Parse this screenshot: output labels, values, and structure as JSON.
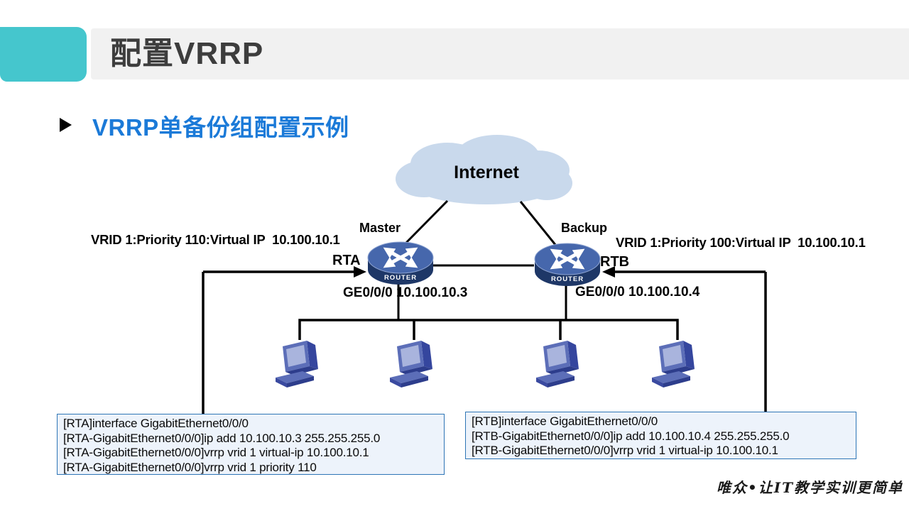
{
  "slide": {
    "title": "配置VRRP",
    "bullet_title": "VRRP单备份组配置示例",
    "watermark": "唯众•让IT教学实训更简单"
  },
  "colors": {
    "accent_teal": "#45c6cd",
    "title_bar_gray": "#f1f1f1",
    "title_text": "#3d3d3d",
    "bullet_blue": "#1b7ad8",
    "cloud_fill": "#c9d9ec",
    "router_top_blue": "#4667ac",
    "router_dark_navy": "#1e3767",
    "pc_blue": "#5c6eb8",
    "config_box_border": "#2e75b6",
    "config_box_fill": "#edf3fb",
    "line_color": "#000000"
  },
  "diagram": {
    "internet_label": "Internet",
    "routers": [
      {
        "name": "RTA",
        "role": "Master",
        "vrid_label": "VRID 1:Priority 110:Virtual IP  10.100.10.1",
        "interface_label": "GE0/0/0 10.100.10.3",
        "icon_text": "ROUTER"
      },
      {
        "name": "RTB",
        "role": "Backup",
        "vrid_label": "VRID 1:Priority 100:Virtual IP  10.100.10.1",
        "interface_label": "GE0/0/0 10.100.10.4",
        "icon_text": "ROUTER"
      }
    ],
    "host_count": 4
  },
  "config_boxes": [
    {
      "device": "RTA",
      "lines": [
        "[RTA]interface GigabitEthernet0/0/0",
        "[RTA-GigabitEthernet0/0/0]ip add 10.100.10.3 255.255.255.0",
        "[RTA-GigabitEthernet0/0/0]vrrp vrid 1 virtual-ip 10.100.10.1",
        "[RTA-GigabitEthernet0/0/0]vrrp vrid 1 priority 110"
      ]
    },
    {
      "device": "RTB",
      "lines": [
        "[RTB]interface GigabitEthernet0/0/0",
        "[RTB-GigabitEthernet0/0/0]ip add 10.100.10.4 255.255.255.0",
        "[RTB-GigabitEthernet0/0/0]vrrp vrid 1 virtual-ip 10.100.10.1"
      ]
    }
  ]
}
